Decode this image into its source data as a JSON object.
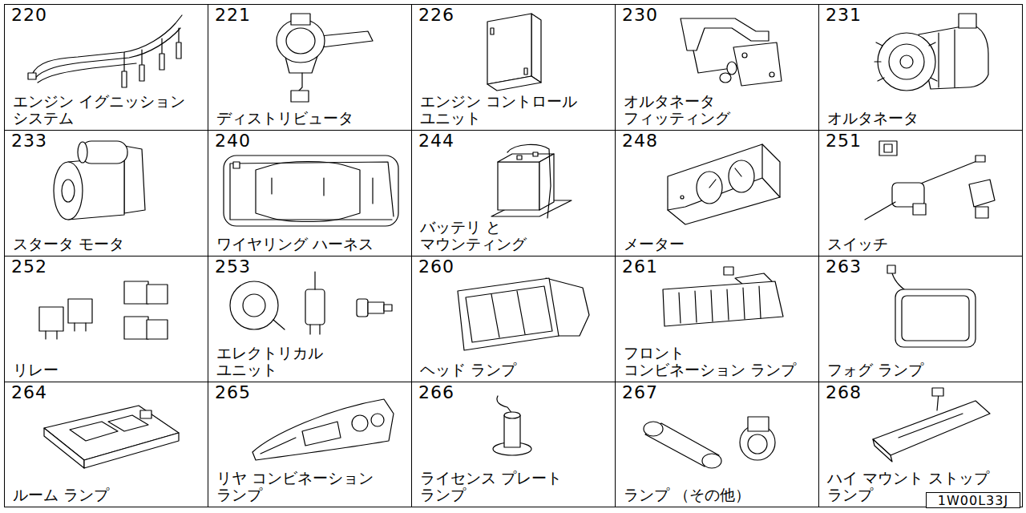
{
  "diagram": {
    "nodes": [
      {
        "text": [
          "220",
          "エンジン イグニッション システム"
        ]
      },
      {
        "text": [
          "221",
          "ディストリビュータ"
        ]
      },
      {
        "text": [
          "226",
          "エンジン コントロール ユニット"
        ]
      },
      {
        "text": [
          "230",
          "オルタネータ フィッティング"
        ]
      },
      {
        "text": [
          "231",
          "オルタネータ"
        ]
      },
      {
        "text": [
          "233",
          "スタータ モータ"
        ]
      },
      {
        "text": [
          "240",
          "ワイヤリング ハーネス"
        ]
      },
      {
        "text": [
          "244",
          "バッテリ と マウンティング"
        ]
      },
      {
        "text": [
          "248",
          "メーター"
        ]
      },
      {
        "text": [
          "251",
          "スイッチ"
        ]
      },
      {
        "text": [
          "252",
          "リレー"
        ]
      },
      {
        "text": [
          "253",
          "エレクトリカル ユニット"
        ]
      },
      {
        "text": [
          "260",
          "ヘッド ランプ"
        ]
      },
      {
        "text": [
          "261",
          "フロント コンビネーション ランプ"
        ]
      },
      {
        "text": [
          "263",
          "フォグ ランプ"
        ]
      },
      {
        "text": [
          "264",
          "ルーム ランプ"
        ]
      },
      {
        "text": [
          "265",
          "リヤ コンビネーション ランプ"
        ]
      },
      {
        "text": [
          "266",
          "ライセンス プレート ランプ"
        ]
      },
      {
        "text": [
          "267",
          "ランプ （その他）"
        ]
      },
      {
        "text": [
          "268",
          "ハイ マウント ストップ ランプ"
        ]
      },
      {
        "text": [
          "1W00L33J"
        ]
      }
    ]
  }
}
